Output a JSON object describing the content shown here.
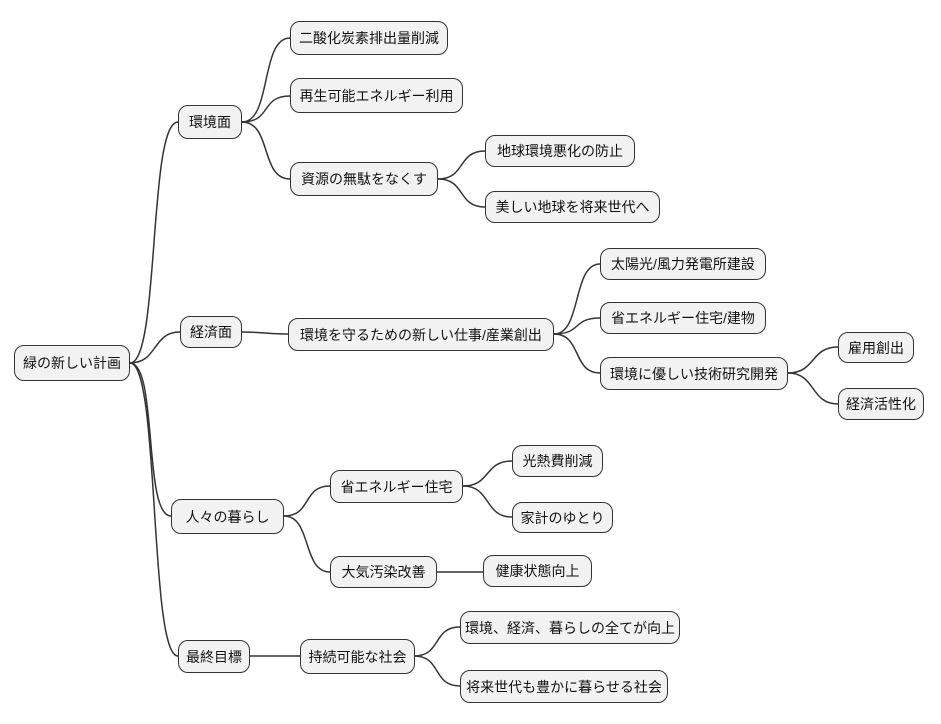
{
  "diagram_type": "mindmap",
  "style": {
    "background": "#ffffff",
    "node_fill": "#f2f2f2",
    "node_border": "#333333",
    "edge_color": "#333333",
    "text_color": "#111111"
  },
  "mindmap": {
    "root": {
      "label": "緑の新しい計画",
      "children": [
        {
          "label": "環境面",
          "children": [
            {
              "label": "二酸化炭素排出量削減",
              "children": []
            },
            {
              "label": "再生可能エネルギー利用",
              "children": []
            },
            {
              "label": "資源の無駄をなくす",
              "children": [
                {
                  "label": "地球環境悪化の防止",
                  "children": []
                },
                {
                  "label": "美しい地球を将来世代へ",
                  "children": []
                }
              ]
            }
          ]
        },
        {
          "label": "経済面",
          "children": [
            {
              "label": "環境を守るための新しい仕事/産業創出",
              "children": [
                {
                  "label": "太陽光/風力発電所建設",
                  "children": []
                },
                {
                  "label": "省エネルギー住宅/建物",
                  "children": []
                },
                {
                  "label": "環境に優しい技術研究開発",
                  "children": [
                    {
                      "label": "雇用創出",
                      "children": []
                    },
                    {
                      "label": "経済活性化",
                      "children": []
                    }
                  ]
                }
              ]
            }
          ]
        },
        {
          "label": "人々の暮らし",
          "children": [
            {
              "label": "省エネルギー住宅",
              "children": [
                {
                  "label": "光熱費削減",
                  "children": []
                },
                {
                  "label": "家計のゆとり",
                  "children": []
                }
              ]
            },
            {
              "label": "大気汚染改善",
              "children": [
                {
                  "label": "健康状態向上",
                  "children": []
                }
              ]
            }
          ]
        },
        {
          "label": "最終目標",
          "children": [
            {
              "label": "持続可能な社会",
              "children": [
                {
                  "label": "環境、経済、暮らしの全てが向上",
                  "children": []
                },
                {
                  "label": "将来世代も豊かに暮らせる社会",
                  "children": []
                }
              ]
            }
          ]
        }
      ]
    }
  }
}
